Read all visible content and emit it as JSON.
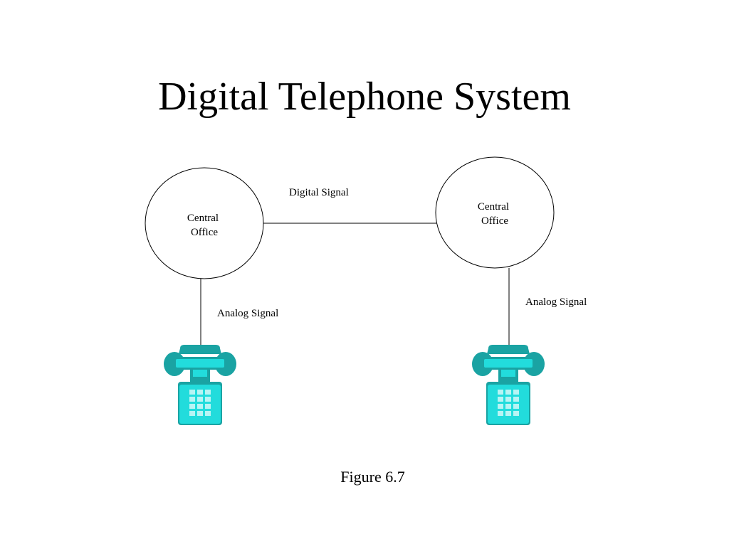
{
  "title": "Digital Telephone System",
  "caption": "Figure 6.7",
  "diagram": {
    "nodes": [
      {
        "id": "co-left",
        "label_line1": "Central",
        "label_line2": "Office"
      },
      {
        "id": "co-right",
        "label_line1": "Central",
        "label_line2": "Office"
      }
    ],
    "links": [
      {
        "from": "co-left",
        "to": "co-right",
        "label": "Digital Signal"
      },
      {
        "from": "co-left",
        "to": "phone-left",
        "label": "Analog Signal"
      },
      {
        "from": "co-right",
        "to": "phone-right",
        "label": "Analog Signal"
      }
    ],
    "phones": [
      {
        "id": "phone-left",
        "icon": "telephone-icon"
      },
      {
        "id": "phone-right",
        "icon": "telephone-icon"
      }
    ]
  },
  "colors": {
    "phone_dark": "#1aa3a3",
    "phone_light": "#22dcdc",
    "phone_key": "#b8f4f4",
    "line": "#000000"
  }
}
